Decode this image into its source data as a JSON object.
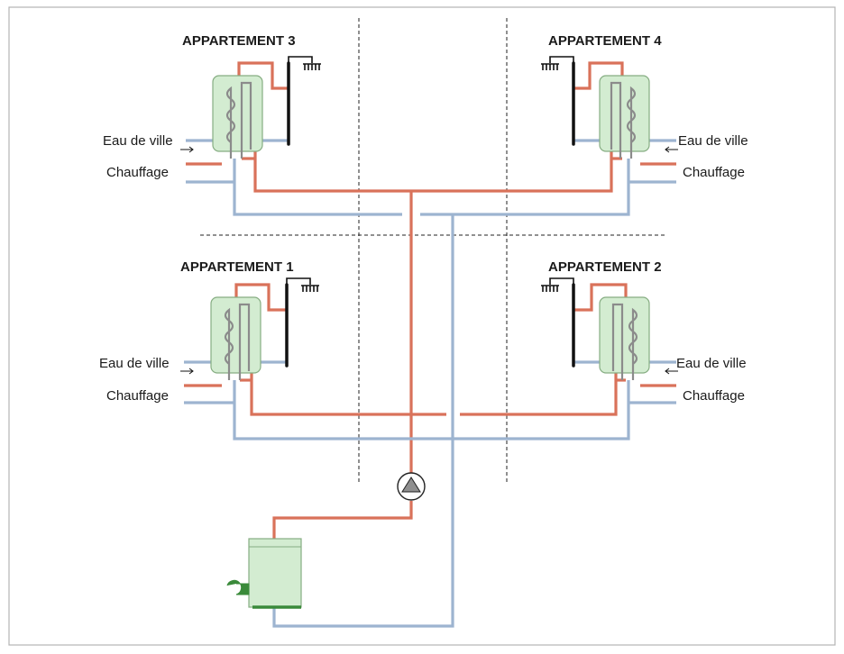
{
  "colors": {
    "hot_pipe": "#d9725a",
    "cold_pipe": "#9db4d0",
    "tank_fill": "#d3ecd1",
    "tank_stroke": "#86ad82",
    "burner": "#3a8a3a"
  },
  "apartments": [
    {
      "id": "3",
      "title": "APPARTEMENT 3",
      "water_in": "Eau de ville",
      "heating": "Chauffage"
    },
    {
      "id": "4",
      "title": "APPARTEMENT 4",
      "water_in": "Eau de ville",
      "heating": "Chauffage"
    },
    {
      "id": "1",
      "title": "APPARTEMENT 1",
      "water_in": "Eau de ville",
      "heating": "Chauffage"
    },
    {
      "id": "2",
      "title": "APPARTEMENT 2",
      "water_in": "Eau de ville",
      "heating": "Chauffage"
    }
  ],
  "icons": {
    "pump": "circulator-pump-icon",
    "boiler": "boiler-icon",
    "shower": "shower-icon",
    "tank": "hot-water-tank-icon"
  }
}
